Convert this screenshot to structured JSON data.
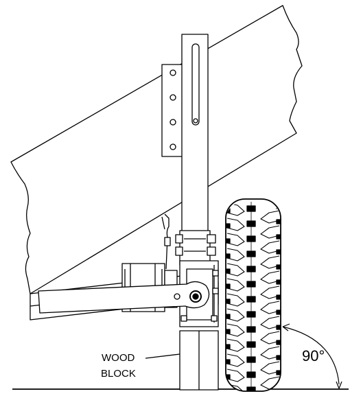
{
  "labels": {
    "wood_block_line1": "WOOD",
    "wood_block_line2": "BLOCK",
    "angle": "90°"
  },
  "colors": {
    "line": "#000000",
    "background": "#ffffff"
  }
}
